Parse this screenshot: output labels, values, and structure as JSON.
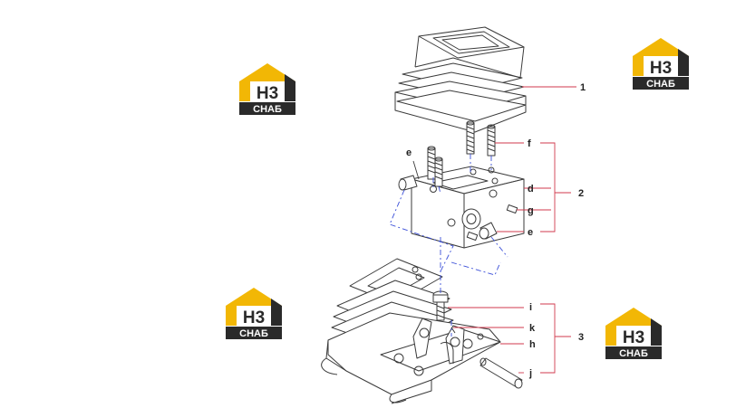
{
  "watermark": {
    "mark": "H3",
    "word": "СНАБ",
    "colors": {
      "roof": "#f2b705",
      "dark": "#2a2a2a",
      "text": "#ffffff"
    }
  },
  "callouts": {
    "part_1": "1",
    "part_2": "2",
    "part_3": "3",
    "f": "f",
    "d": "d",
    "g": "g",
    "e_right": "e",
    "e_left": "e",
    "i": "i",
    "k": "k",
    "h": "h",
    "j": "j"
  },
  "colors": {
    "line": "#3a3a3a",
    "leader": "#d23a4e",
    "hidden": "#3b4fd8"
  }
}
